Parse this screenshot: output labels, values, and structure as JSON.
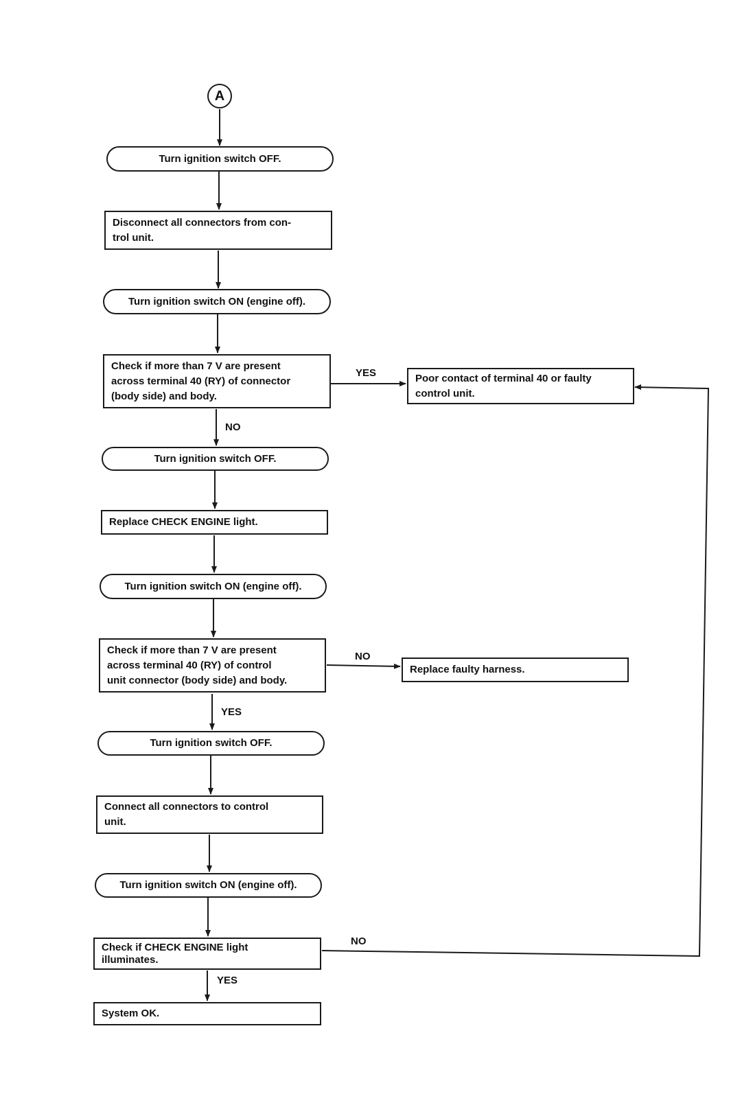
{
  "start_connector": "A",
  "steps": {
    "s1": "Turn ignition switch OFF.",
    "s2": "Disconnect all connectors from con-\ntrol unit.",
    "s3": "Turn ignition switch ON (engine off).",
    "s4": "Check if more than 7 V are present\nacross terminal 40 (RY) of connector\n(body side) and body.",
    "s5": "Turn ignition switch OFF.",
    "s6": "Replace CHECK ENGINE light.",
    "s7": "Turn ignition switch ON (engine off).",
    "s8": "Check if more than 7 V are present\nacross terminal 40 (RY) of control\nunit connector (body side) and body.",
    "s9": "Turn ignition switch OFF.",
    "s10": "Connect all connectors to control\nunit.",
    "s11": "Turn ignition switch ON (engine off).",
    "s12": "Check if CHECK ENGINE light\nilluminates.",
    "s13": "System OK.",
    "r1": "Poor contact of terminal 40 or faulty\ncontrol unit.",
    "r2": "Replace faulty harness."
  },
  "labels": {
    "yes1": "YES",
    "no1": "NO",
    "no2": "NO",
    "yes2": "YES",
    "no3": "NO",
    "yes3": "YES"
  }
}
